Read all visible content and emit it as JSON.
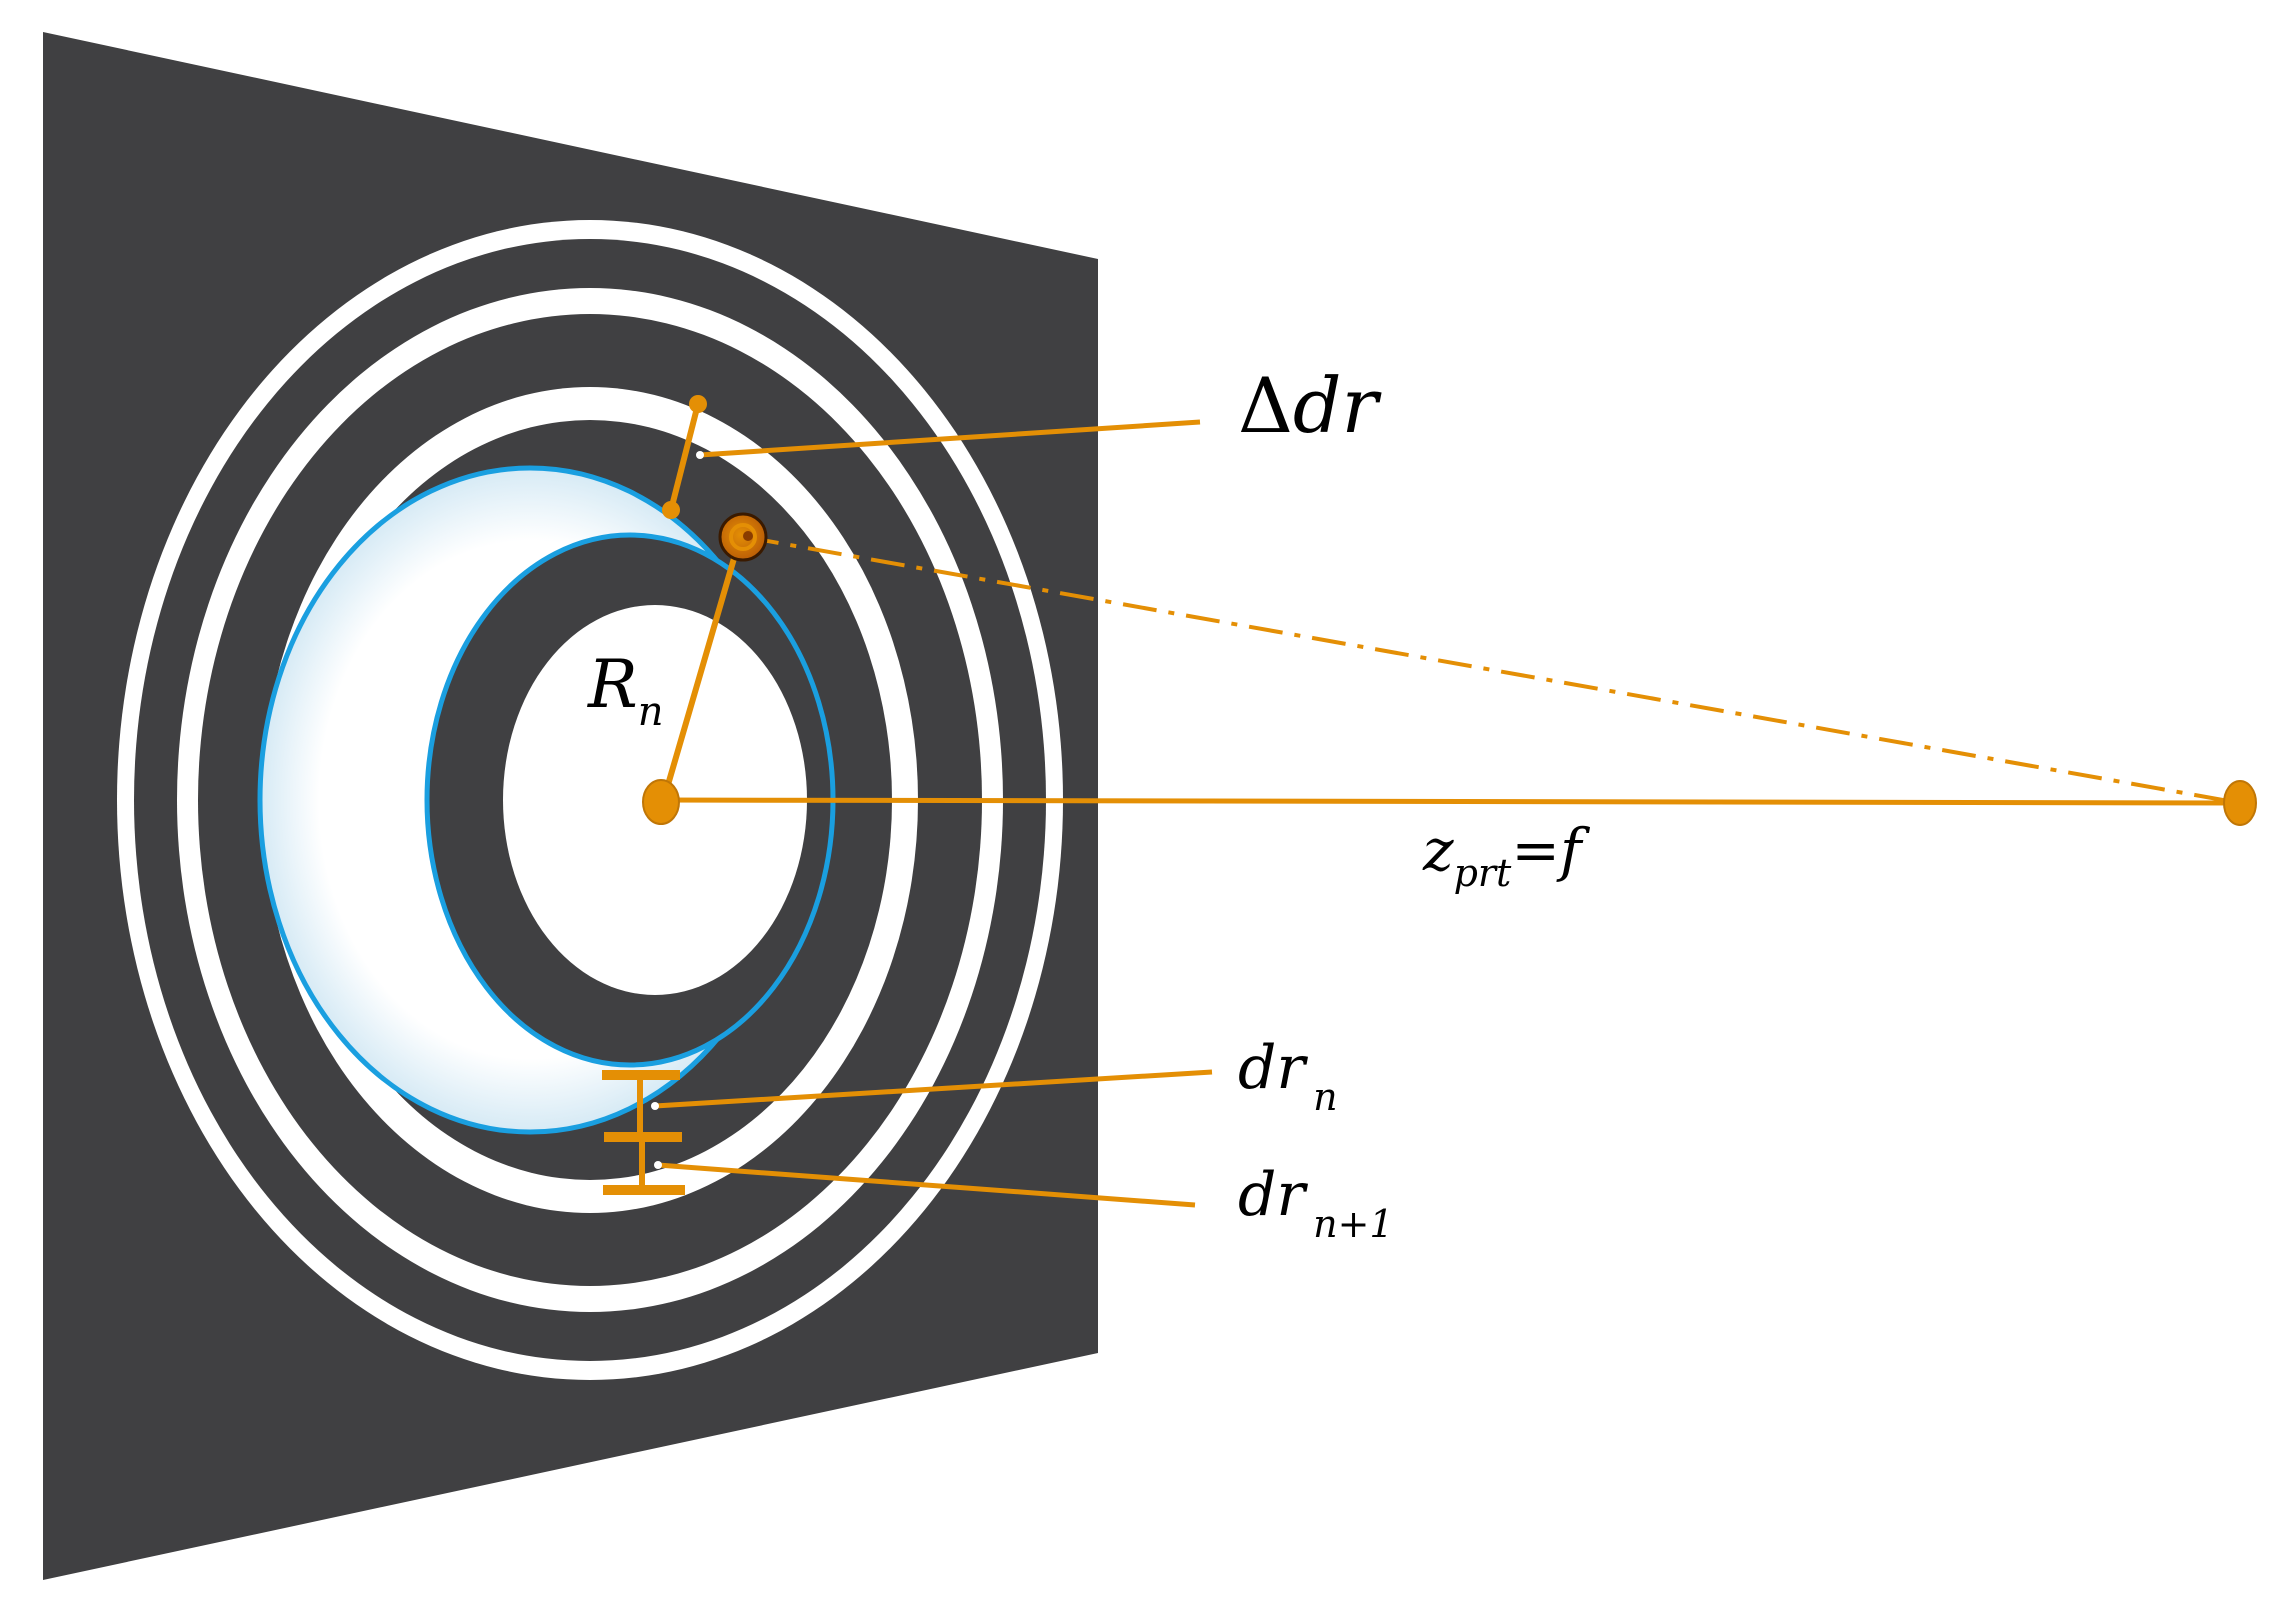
{
  "colors": {
    "panel": "#404042",
    "ring_light": "#ffffff",
    "accent": "#E48F05",
    "highlight": "#1A9FE0",
    "glow": "#D6EAF5",
    "particle": "#B85A07"
  },
  "labels": {
    "delta_dr": {
      "delta": "Δ",
      "main": "dr"
    },
    "radius": {
      "main": "R",
      "sub": "n"
    },
    "focal": {
      "main": "z",
      "sub": "prt",
      "eq": "=",
      "rhs": "f"
    },
    "dr_n": {
      "main": "dr",
      "sub": "n"
    },
    "dr_n1": {
      "main": "dr",
      "sub": "n+1"
    }
  }
}
